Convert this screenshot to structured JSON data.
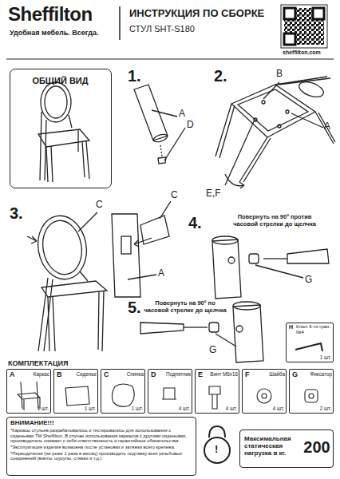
{
  "diagram": {
    "title": "ИНСТРУКЦИЯ ПО СБОРКЕ",
    "nodes": [
      {
        "text": [
          "ОБЩИЙ ВИД"
        ]
      },
      {
        "text": [
          "A",
          "Каркас",
          "1 шт."
        ]
      },
      {
        "text": [
          "B",
          "Сиденье",
          "1 шт."
        ]
      },
      {
        "text": [
          "C",
          "Спинка",
          "1 шт."
        ]
      },
      {
        "text": [
          "D",
          "Подпятник",
          "4 шт."
        ]
      },
      {
        "text": [
          "E",
          "Винт М6х16",
          "4 шт."
        ]
      },
      {
        "text": [
          "F",
          "Шайба",
          "4 шт."
        ]
      },
      {
        "text": [
          "G",
          "Фиксатор",
          "2 шт."
        ]
      },
      {
        "text": [
          "H",
          "Ключ 6-ти гран. №4",
          "1 шт."
        ]
      },
      {
        "text": [
          "ВНИМАНИЕ!!!",
          "*Каркасы стульев разрабатывались и тестировались для использования с сиденьями ТМ Sheffilton. В случае использования каркасов с другими сиденьями, производитель снимает с себя ответственность и гарантийные обязательства",
          "*Эксплуатация изделия возможна после установки и затяжки всего крепежа.",
          "*Периодически (не реже 1 раза в месяц) производить подтяжку всех резьбовых соединений (винты, шурупы, стяжки и т.д.)"
        ]
      },
      {
        "text": [
          "Максимальная статическая нагрузка в кг.",
          "200"
        ]
      }
    ],
    "labels": [
      "Sheffilton",
      "Удобная мебель. Всегда.",
      "СТУЛ SHT-S180",
      "sheffilton.com",
      "1.",
      "A",
      "D",
      "2.",
      "B",
      "A",
      "E,F",
      "3.",
      "C",
      "C",
      "A",
      "4.",
      "Повернуть на 90º против часовой стрелки до щелчка",
      "G",
      "5.",
      "Повернуть на 90º по часовой стрелке до щелчка",
      "G",
      "КОМПЛЕКТАЦИЯ",
      "!"
    ]
  }
}
